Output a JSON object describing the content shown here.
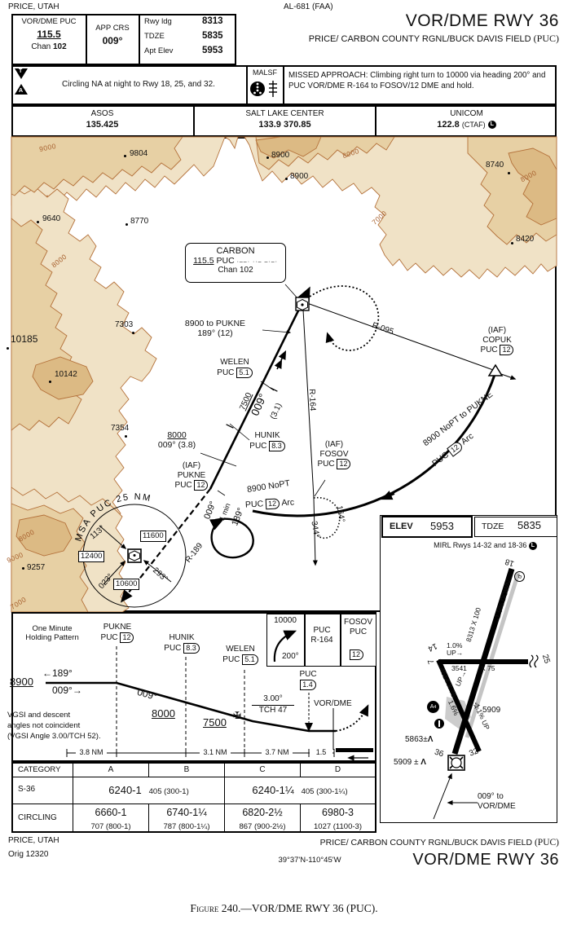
{
  "page": {
    "top_left": "PRICE, UTAH",
    "al_number": "AL-681 (FAA)",
    "caption_lead": "Figure 240.",
    "caption_rest": "—VOR/DME RWY 36 (PUC)."
  },
  "briefing": {
    "navaid_name": "VOR/DME PUC",
    "navaid_freq": "115.5",
    "navaid_chan_label": "Chan ",
    "navaid_chan": "102",
    "appcrs_label": "APP CRS",
    "appcrs_value": "009°",
    "rwy_ldg_label": "Rwy ldg",
    "rwy_ldg": "8313",
    "tdze_label": "TDZE",
    "tdze": "5835",
    "apt_elev_label": "Apt Elev",
    "apt_elev": "5953",
    "title": "VOR/DME RWY 36",
    "airport_line": "PRICE/ CARBON COUNTY RGNL/BUCK DAVIS FIELD",
    "airport_id": "(PUC)"
  },
  "notes": {
    "t_letter": "T",
    "a_letter": "A",
    "circling": "Circling NA at night to Rwy 18, 25, and 32.",
    "malsf": "MALSF",
    "missed": "MISSED APPROACH: Climbing right turn to 10000 via heading 200° and PUC VOR/DME R-164 to FOSOV/12 DME and hold."
  },
  "comms": {
    "c1_name": "ASOS",
    "c1_freq": "135.425",
    "c2_name": "SALT LAKE CENTER",
    "c2_freq": "133.9  370.85",
    "c3_name": "UNICOM",
    "c3_freq": "122.8",
    "c3_suffix": "(CTAF)",
    "light": "L"
  },
  "plan": {
    "spots": [
      "9804",
      "8900",
      "8900",
      "9640",
      "8770",
      "8740",
      "8420",
      "10185",
      "7303",
      "10142",
      "7354",
      "9257"
    ],
    "contours": [
      "9000",
      "8000",
      "8000",
      "7000",
      "8000",
      "8000",
      "9000",
      "7000"
    ],
    "vor_name": "CARBON",
    "vor_freq": "115.5",
    "vor_id": "PUC",
    "vor_chan": "Chan 102",
    "vor_morse": "·––· ··– –·–·",
    "to_pukne": "8900 to PUKNE\n189° (12)",
    "r095": "R-095",
    "iaf": "(IAF)",
    "copuk": "COPUK",
    "puc": "PUC",
    "d12": "12",
    "arc_label1": "8900 NoPT to PUKNE",
    "arc_word": "Arc",
    "welen": "WELEN",
    "welen_dme": "5.1",
    "fac_alt": "7500",
    "fac_crs": "009°",
    "fac_dist": "(3.1)",
    "hunik": "HUNIK",
    "hunik_dme": "8.3",
    "seg_alt": "8000",
    "seg_crs": "009° (3.8)",
    "r164": "R-164",
    "fosov": "FOSOV",
    "crs164": "164°",
    "crs344": "344°",
    "pukne": "PUKNE",
    "nopt": "8900 NoPT",
    "hold_in": "009°",
    "hold_time": "1 min",
    "hold_out": "189°",
    "r189": "R-189",
    "msa_title": "MSA PUC 25 NM",
    "msa_113": "113°",
    "msa_023": "023°",
    "msa_293": "293°",
    "msa_11600": "11600",
    "msa_12400": "12400",
    "msa_10600": "10600"
  },
  "profile": {
    "one_minute": "One Minute\nHolding Pattern",
    "pukne": "PUKNE",
    "hunik": "HUNIK",
    "welen": "WELEN",
    "puc": "PUC",
    "d12": "12",
    "d83": "8.3",
    "d51": "5.1",
    "d14": "1.4",
    "ma_alt": "10000",
    "ma_hdg": "200°",
    "ma_fix1": "PUC\nR-164",
    "ma_fix2": "FOSOV\nPUC",
    "alt8900": "8900",
    "out189": "←189°",
    "in009": "009°→",
    "desc009": "009°",
    "alt8000": "8000",
    "alt7500": "7500",
    "angle": "3.00°",
    "tch": "TCH 47",
    "vordme": "VOR/DME",
    "vgsi": "VGSI and descent\nangles not coincident\n(VGSI Angle 3.00/TCH 52).",
    "d1": "3.8 NM",
    "d2": "3.1 NM",
    "d3": "3.7 NM",
    "d4": "1.5"
  },
  "minima": {
    "h0": "CATEGORY",
    "h1": "A",
    "h2": "B",
    "h3": "C",
    "h4": "D",
    "s36": "S-36",
    "s36_ab": "6240-1",
    "s36_ab_sub": "405 (300-1)",
    "s36_cd": "6240-1¼",
    "s36_cd_sub": "405 (300-1¼)",
    "circling": "CIRCLING",
    "c_a": "6660-1",
    "c_a_sub": "707 (800-1)",
    "c_b": "6740-1¼",
    "c_b_sub": "787 (800-1¼)",
    "c_c": "6820-2½",
    "c_c_sub": "867 (900-2½)",
    "c_d": "6980-3",
    "c_d_sub": "1027 (1100-3)"
  },
  "sketch": {
    "elev_label": "ELEV",
    "elev": "5953",
    "tdze_label": "TDZE",
    "tdze": "5835",
    "mirl": "MIRL Rwys 14-32 and 18-36",
    "light": "L",
    "rwy18": "18",
    "rwy36": "36",
    "rwy14": "14",
    "rwy32": "32",
    "rwy25": "25",
    "rwy7": "7",
    "dim_main": "8313 X 100",
    "dim_cross": "4514 X 75",
    "dim_short": "3541",
    "dim_short2": "X 75",
    "grade_down": "-1.9% DOWN",
    "grade_up1": "1.0%",
    "up1": "UP→",
    "up2": "UP→",
    "grade16": "1.6%",
    "grade11": "-1.1% UP",
    "circled_d": "d",
    "beacon_elev": "5909",
    "obst1": "5863±",
    "obst2": "5909 ±",
    "tower": "Λ",
    "to_vor": "009° to\nVOR/DME"
  },
  "footer": {
    "city": "PRICE, UTAH",
    "orig": "Orig  12320",
    "airport_line": "PRICE/ CARBON COUNTY RGNL/BUCK DAVIS FIELD",
    "airport_id": "(PUC)",
    "coords": "39°37'N-110°45'W",
    "title": "VOR/DME RWY 36"
  }
}
